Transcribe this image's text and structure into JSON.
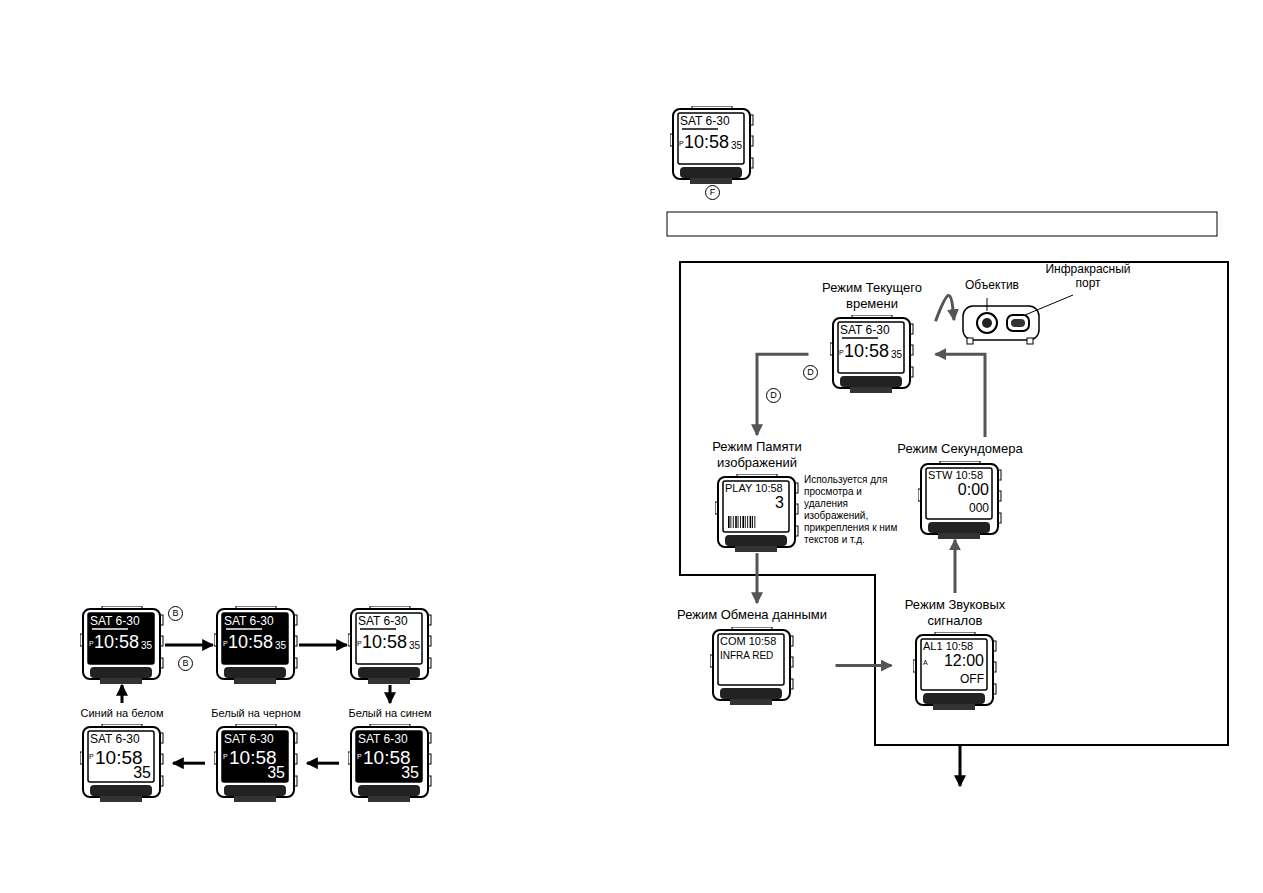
{
  "diagram": {
    "nodes": [
      {
        "text": [
          "SAT 6-30",
          "P",
          "10:58",
          "35"
        ]
      },
      {
        "text": [
          "SAT 6-30",
          "P",
          "10:58",
          "35"
        ]
      },
      {
        "text": [
          "SAT 6-30",
          "P",
          "10:58",
          "35"
        ]
      },
      {
        "text": [
          "Синий на белом",
          "SAT 6-30",
          "P",
          "10:58",
          "35"
        ]
      },
      {
        "text": [
          "Белый на черном",
          "SAT 6-30",
          "P",
          "10:58",
          "35"
        ]
      },
      {
        "text": [
          "Белый на синем",
          "SAT 6-30",
          "P",
          "10:58",
          "35"
        ]
      },
      {
        "text": [
          "SAT 6-30",
          "P",
          "10:58",
          "35"
        ]
      },
      {
        "text": [
          "Режим Текущего времени",
          "SAT 6-30",
          "P",
          "10:58",
          "35"
        ]
      },
      {
        "text": [
          "Объектив",
          "Инфракрасный порт"
        ]
      },
      {
        "text": [
          "Режим Памяти изображений",
          "PLAY 10:58",
          "3",
          "Используется для просмотра и удаления изображений, прикрепления к ним текстов и т.д."
        ]
      },
      {
        "text": [
          "Режим Секундомера",
          "STW 10:58",
          "0:00",
          "000"
        ]
      },
      {
        "text": [
          "Режим Обмена данными",
          "COM 10:58",
          "INFRA RED"
        ]
      },
      {
        "text": [
          "Режим Звуковых сигналов",
          "AL1 10:58",
          "A",
          "12:00",
          "OFF"
        ]
      }
    ],
    "edges": [
      {
        "from": 0,
        "to": 1,
        "arrow": "to"
      },
      {
        "from": 1,
        "to": 2,
        "arrow": "to"
      },
      {
        "from": 2,
        "to": 5,
        "arrow": "to"
      },
      {
        "from": 5,
        "to": 4,
        "arrow": "to"
      },
      {
        "from": 4,
        "to": 3,
        "arrow": "to"
      },
      {
        "from": 3,
        "to": 0,
        "arrow": "to"
      },
      {
        "from": 7,
        "to": 9,
        "label": "D",
        "arrow": "to"
      },
      {
        "from": 9,
        "to": 11,
        "arrow": "to"
      },
      {
        "from": 11,
        "to": 12,
        "arrow": "to"
      },
      {
        "from": 12,
        "to": 10,
        "arrow": "to"
      },
      {
        "from": 10,
        "to": 7,
        "arrow": "to"
      },
      {
        "from": 7,
        "to": 8,
        "arrow": "to"
      }
    ],
    "labels": [
      "B",
      "B",
      "F",
      "D"
    ]
  }
}
